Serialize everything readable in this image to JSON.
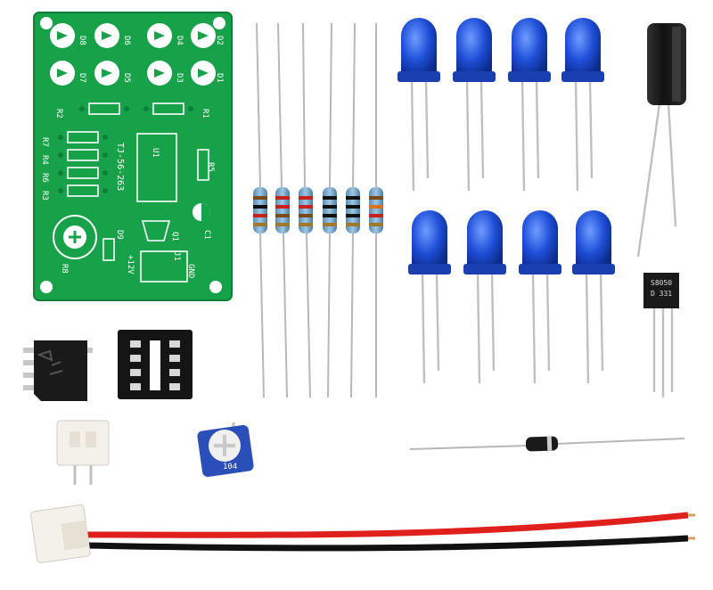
{
  "pcb": {
    "labels": {
      "d8": "D8",
      "d6": "D6",
      "d4": "D4",
      "d2": "D2",
      "d7": "D7",
      "d5": "D5",
      "d3": "D3",
      "d1": "D1",
      "r1": "R1",
      "r2": "R2",
      "r3": "R3",
      "r4": "R4",
      "r5": "R5",
      "r6": "R6",
      "r7": "R7",
      "r8": "R8",
      "u1": "U1",
      "q1": "Q1",
      "c1": "C1",
      "j1": "J1",
      "d9": "D9",
      "board_code": "TJ-56-263",
      "gnd": "GND",
      "v12": "+12V"
    },
    "colors": {
      "board": "#17a24a",
      "silk": "#ffffff",
      "mask_dark": "#0f7f38"
    }
  },
  "parts": {
    "transistor_marking": [
      "S8050",
      "D 331"
    ],
    "trimpot_marking": "104",
    "colors": {
      "led_blue": "#1f4fd8",
      "wire_red": "#e0201c",
      "wire_black": "#111111",
      "connector": "#f4f1ea",
      "trimpot": "#2a4fb8"
    }
  }
}
